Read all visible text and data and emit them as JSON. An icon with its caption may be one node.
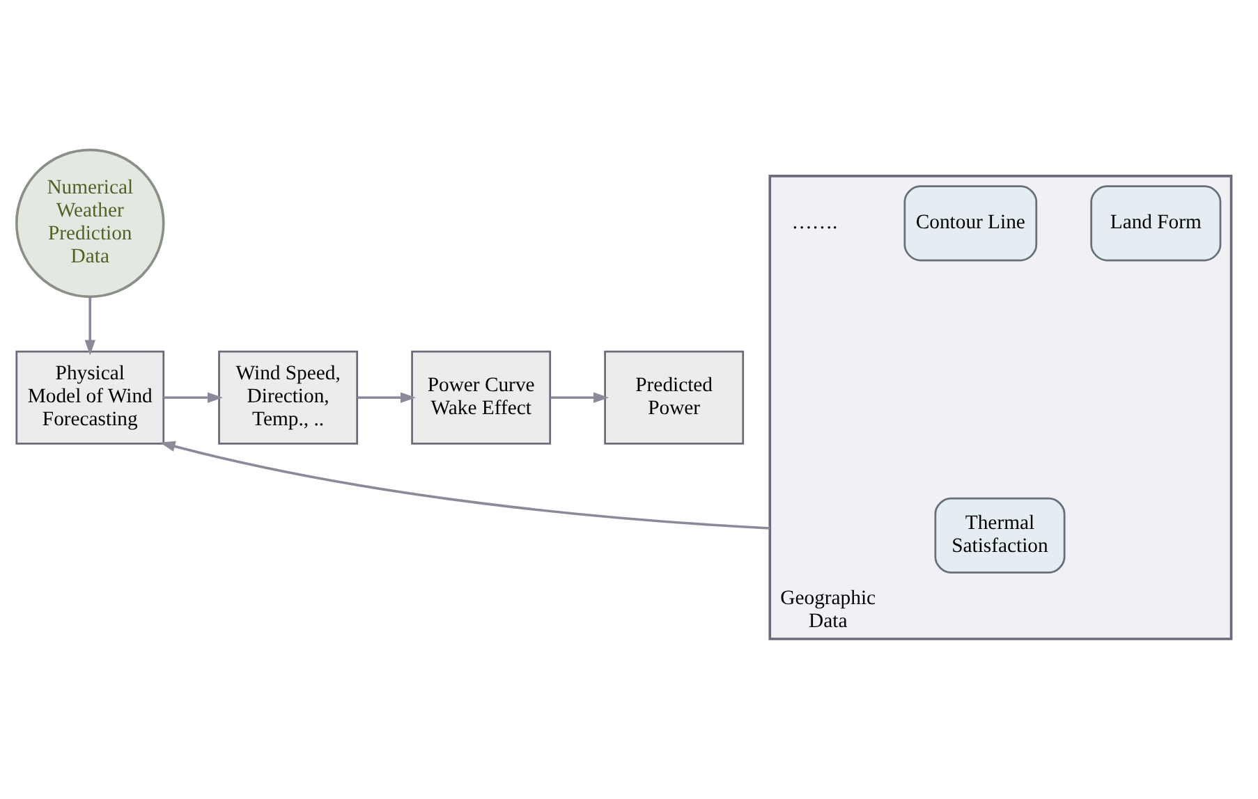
{
  "diagram": {
    "nodes": [
      {
        "text": [
          "Numerical Weather Prediction Data"
        ]
      },
      {
        "text": [
          "Physical Model of Wind Forecasting"
        ]
      },
      {
        "text": [
          "Wind Speed, Direction, Temp., .."
        ]
      },
      {
        "text": [
          "Power Curve Wake Effect"
        ]
      },
      {
        "text": [
          "Predicted Power"
        ]
      },
      {
        "text": [
          "Geographic Data"
        ]
      },
      {
        "text": [
          "Land Form"
        ],
        "in": 5
      },
      {
        "text": [
          "Thermal Satisfaction"
        ],
        "in": 5
      },
      {
        "text": [
          "Contour Line"
        ],
        "in": 5
      }
    ],
    "edges": [
      {
        "from": 0,
        "to": 1,
        "arrow": "to"
      },
      {
        "from": 1,
        "to": 2,
        "arrow": "to"
      },
      {
        "from": 2,
        "to": 3,
        "arrow": "to"
      },
      {
        "from": 3,
        "to": 4,
        "arrow": "to"
      },
      {
        "from": 5,
        "to": 1,
        "arrow": "to"
      }
    ],
    "labels": [
      "……."
    ]
  }
}
